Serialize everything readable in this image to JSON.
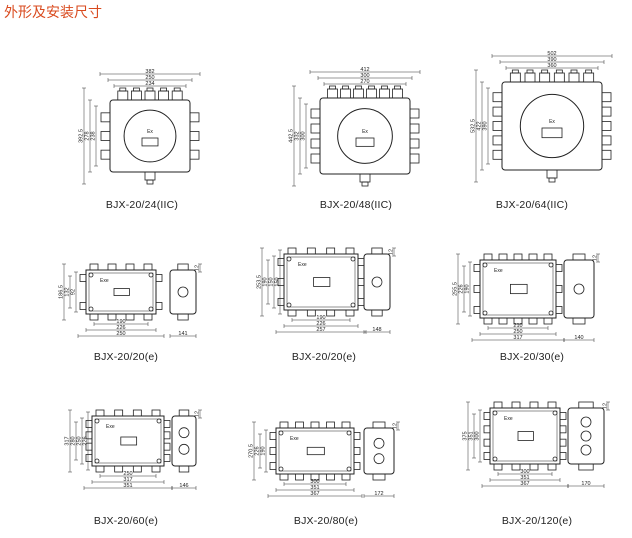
{
  "page": {
    "title": "外形及安装尺寸"
  },
  "drawings": [
    {
      "model": "BJX-20/24(IIC)",
      "mark": "Ex",
      "dims": {
        "top": [
          "382",
          "250",
          "234"
        ],
        "side": [
          "392.5",
          "278",
          "238"
        ]
      }
    },
    {
      "model": "BJX-20/48(IIC)",
      "mark": "Ex",
      "dims": {
        "top": [
          "412",
          "300",
          "270"
        ],
        "side": [
          "442.5",
          "332",
          "300"
        ]
      }
    },
    {
      "model": "BJX-20/64(IIC)",
      "mark": "Ex",
      "dims": {
        "top": [
          "502",
          "390",
          "360"
        ],
        "side": [
          "532.5",
          "422",
          "390"
        ]
      }
    },
    {
      "model": "BJX-20/20(e)",
      "mark": "Exe",
      "dims": {
        "bottom": [
          "190",
          "226",
          "250"
        ],
        "side": [
          "186.5",
          "132",
          "92"
        ],
        "depth": "141",
        "right": "12"
      }
    },
    {
      "model": "BJX-20/20(e)",
      "mark": "Exe",
      "dims": {
        "bottom": [
          "190",
          "226",
          "257"
        ],
        "side": [
          "253.5",
          "190",
          "150",
          "150"
        ],
        "depth": "148",
        "right": "12"
      }
    },
    {
      "model": "BJX-20/30(e)",
      "mark": "Exe",
      "dims": {
        "bottom": [
          "210",
          "250",
          "317"
        ],
        "side": [
          "255.5",
          "226",
          "190"
        ],
        "depth": "140",
        "right": "12"
      }
    },
    {
      "model": "BJX-20/60(e)",
      "mark": "Exe",
      "dims": {
        "bottom": [
          "250",
          "317",
          "351"
        ],
        "side": [
          "317",
          "280",
          "250",
          "226"
        ],
        "depth": "146",
        "right": "12"
      }
    },
    {
      "model": "BJX-20/80(e)",
      "mark": "Exe",
      "dims": {
        "bottom": [
          "300",
          "351",
          "367"
        ],
        "side": [
          "270.5",
          "226",
          "190"
        ],
        "depth": "172",
        "right": "12"
      }
    },
    {
      "model": "BJX-20/120(e)",
      "mark": "Exe",
      "dims": {
        "bottom": [
          "300",
          "351",
          "367"
        ],
        "side": [
          "375",
          "351",
          "300"
        ],
        "depth": "170",
        "right": "12"
      }
    }
  ]
}
